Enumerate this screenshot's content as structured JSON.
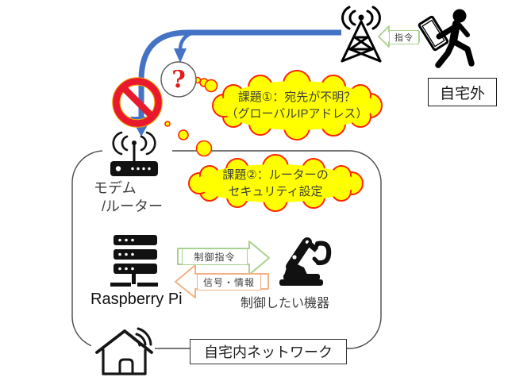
{
  "diagram": {
    "outside_label": "自宅外",
    "command_label": "指令",
    "issue1": {
      "line1": "課題①：宛先が不明？",
      "line2": "（グローバルIPアドレス）"
    },
    "issue2": {
      "line1": "課題②：ルーターの",
      "line2": "セキュリティ設定"
    },
    "question_mark": "?",
    "modem": {
      "line1": "モデム",
      "line2": "/ルーター"
    },
    "raspberry_pi": "Raspberry Pi",
    "device_label": "制御したい機器",
    "control_command": "制御指令",
    "signal_info": "信号・情報",
    "home_network": "自宅内ネットワーク"
  },
  "icons": {
    "tower": "cell-tower-icon",
    "person": "walking-person-icon",
    "tablet": "tablet-icon",
    "prohibition": "no-entry-icon",
    "question": "question-circle-icon",
    "router": "wifi-router-icon",
    "server": "server-stack-icon",
    "robot": "robot-arm-icon",
    "house": "home-wifi-icon"
  },
  "colors": {
    "arrow_blue": "#4472C4",
    "cloud_fill": "#FFFF00",
    "cloud_stroke": "#FF2600",
    "green_outline": "#A9D18E",
    "orange_outline": "#F4B183",
    "prohibit_red": "#E8192C",
    "question_red": "#E21B1B",
    "border_gray": "#4A4A4A"
  }
}
